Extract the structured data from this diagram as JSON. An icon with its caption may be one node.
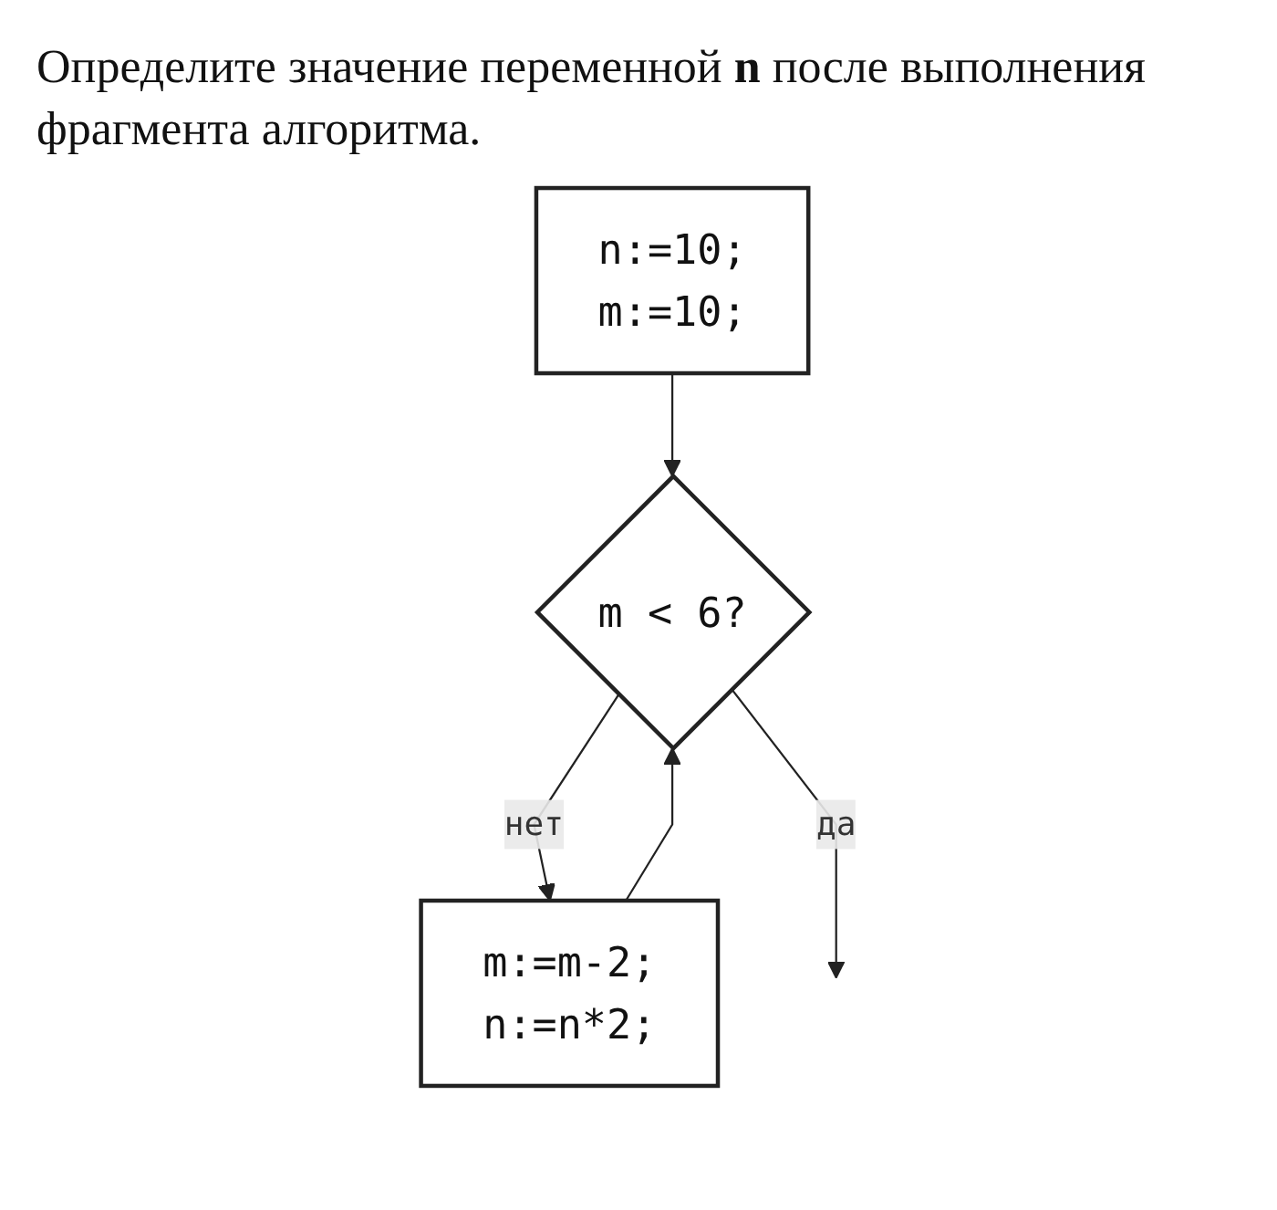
{
  "diagram": {
    "title": "Определите значение переменной **n** после выполнения фрагмента алгоритма.",
    "nodes": [
      {
        "text": [
          "n:=10;",
          "m:=10;"
        ]
      },
      {
        "text": [
          "m < 6?"
        ]
      },
      {
        "text": [
          "m:=m-2;",
          "n:=n*2;"
        ]
      }
    ],
    "edges": [
      {
        "from": 0,
        "to": 1,
        "arrow": "to"
      },
      {
        "from": 1,
        "to": 2,
        "label": "нет",
        "arrow": "to"
      },
      {
        "from": 2,
        "to": 1,
        "arrow": "to"
      },
      {
        "from": 1,
        "to": null,
        "label": "да",
        "arrow": "to"
      }
    ]
  }
}
